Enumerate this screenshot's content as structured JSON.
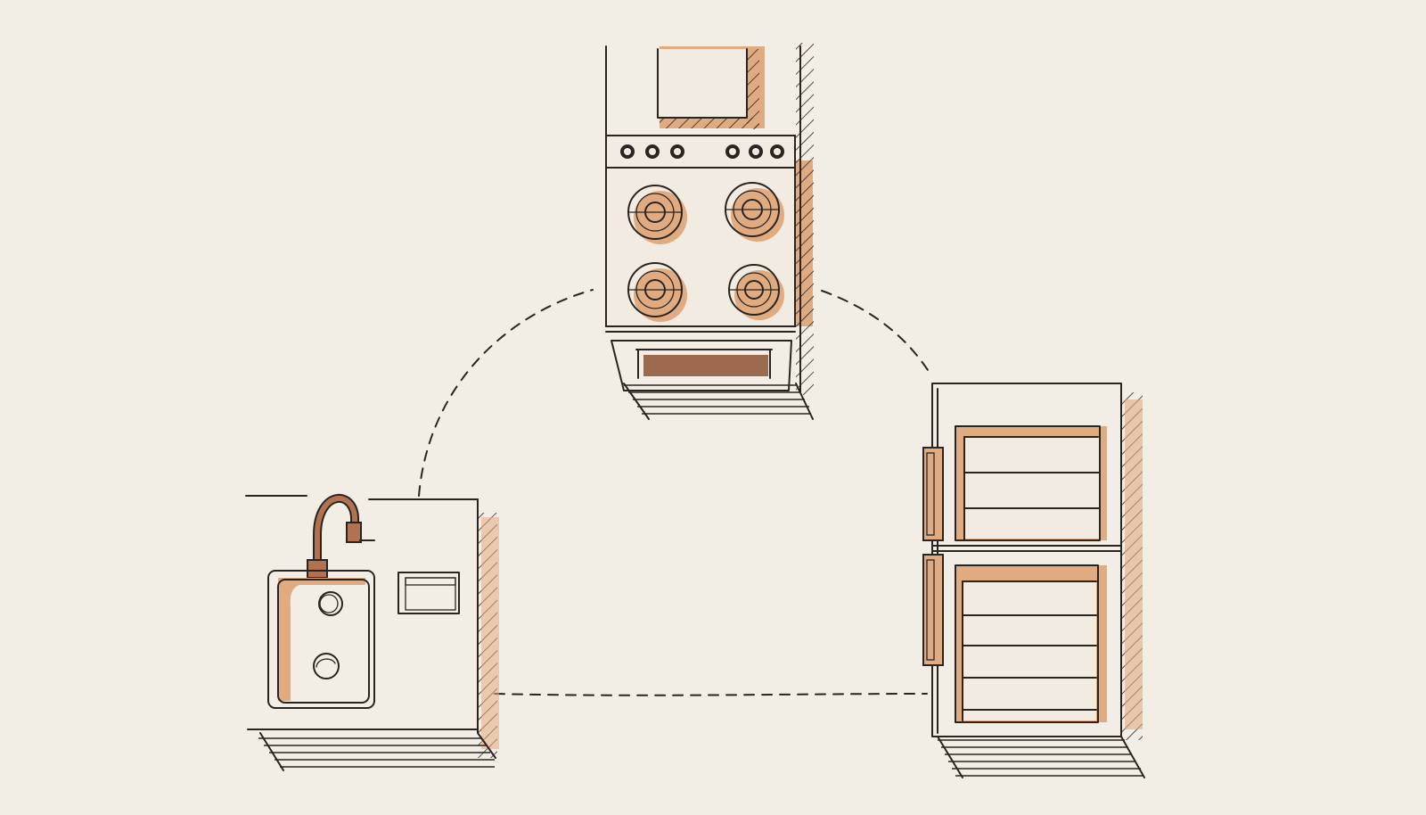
{
  "colors": {
    "background": "#f3eee5",
    "paper": "#f1ebe1",
    "ink": "#2a2420",
    "shadow": "#e1ab82",
    "shadow_deep": "#b3724f",
    "oven_window": "#9c6a4e"
  },
  "diagram": {
    "nodes": [
      {
        "id": "stove",
        "icon": "stove-icon"
      },
      {
        "id": "sink",
        "icon": "sink-icon"
      },
      {
        "id": "refrigerator",
        "icon": "refrigerator-icon"
      }
    ],
    "links": [
      {
        "from": "sink",
        "to": "stove",
        "style": "dashed"
      },
      {
        "from": "stove",
        "to": "refrigerator",
        "style": "dashed"
      },
      {
        "from": "sink",
        "to": "refrigerator",
        "style": "dashed"
      }
    ]
  }
}
